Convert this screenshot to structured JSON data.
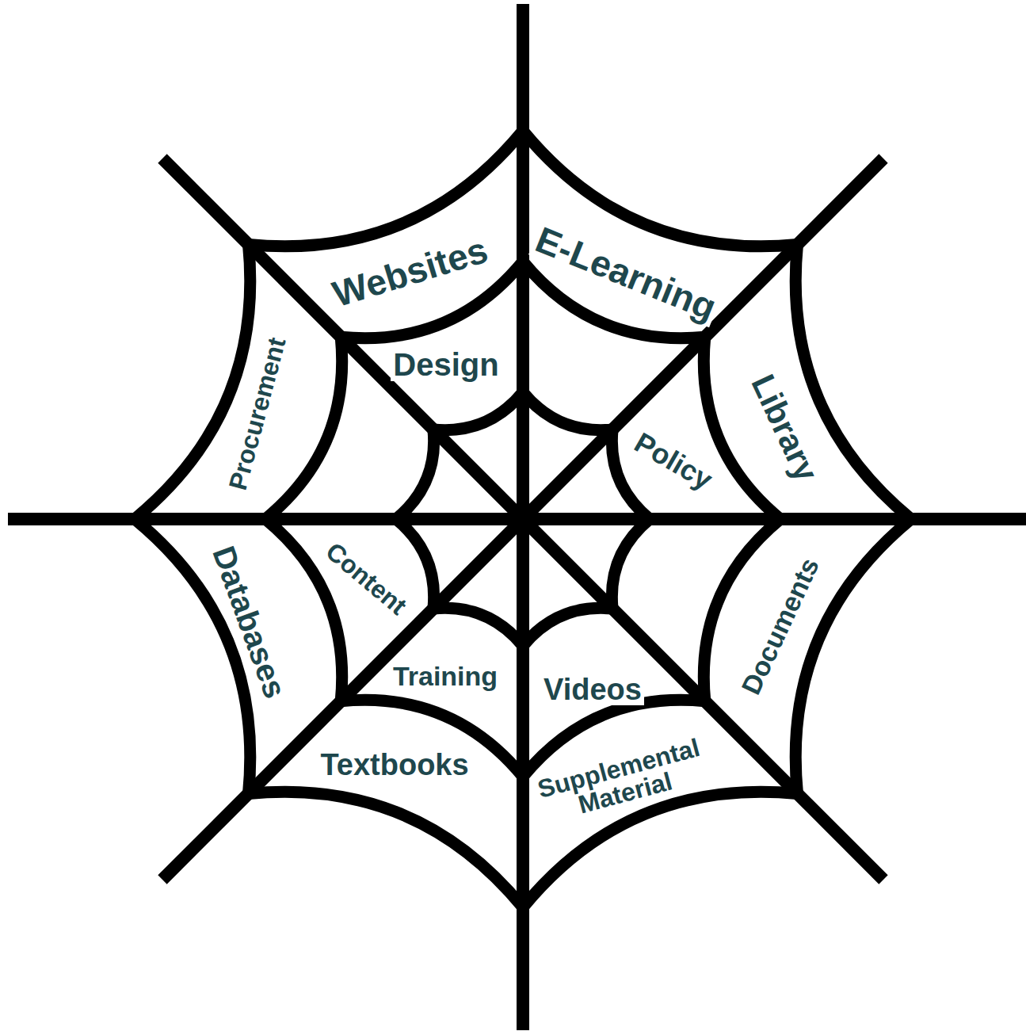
{
  "diagram": {
    "labels": [
      "Websites",
      "E-Learning",
      "Procurement",
      "Library",
      "Design",
      "Policy",
      "Content",
      "Databases",
      "Documents",
      "Training",
      "Videos",
      "Textbooks",
      "Supplemental Material"
    ]
  }
}
